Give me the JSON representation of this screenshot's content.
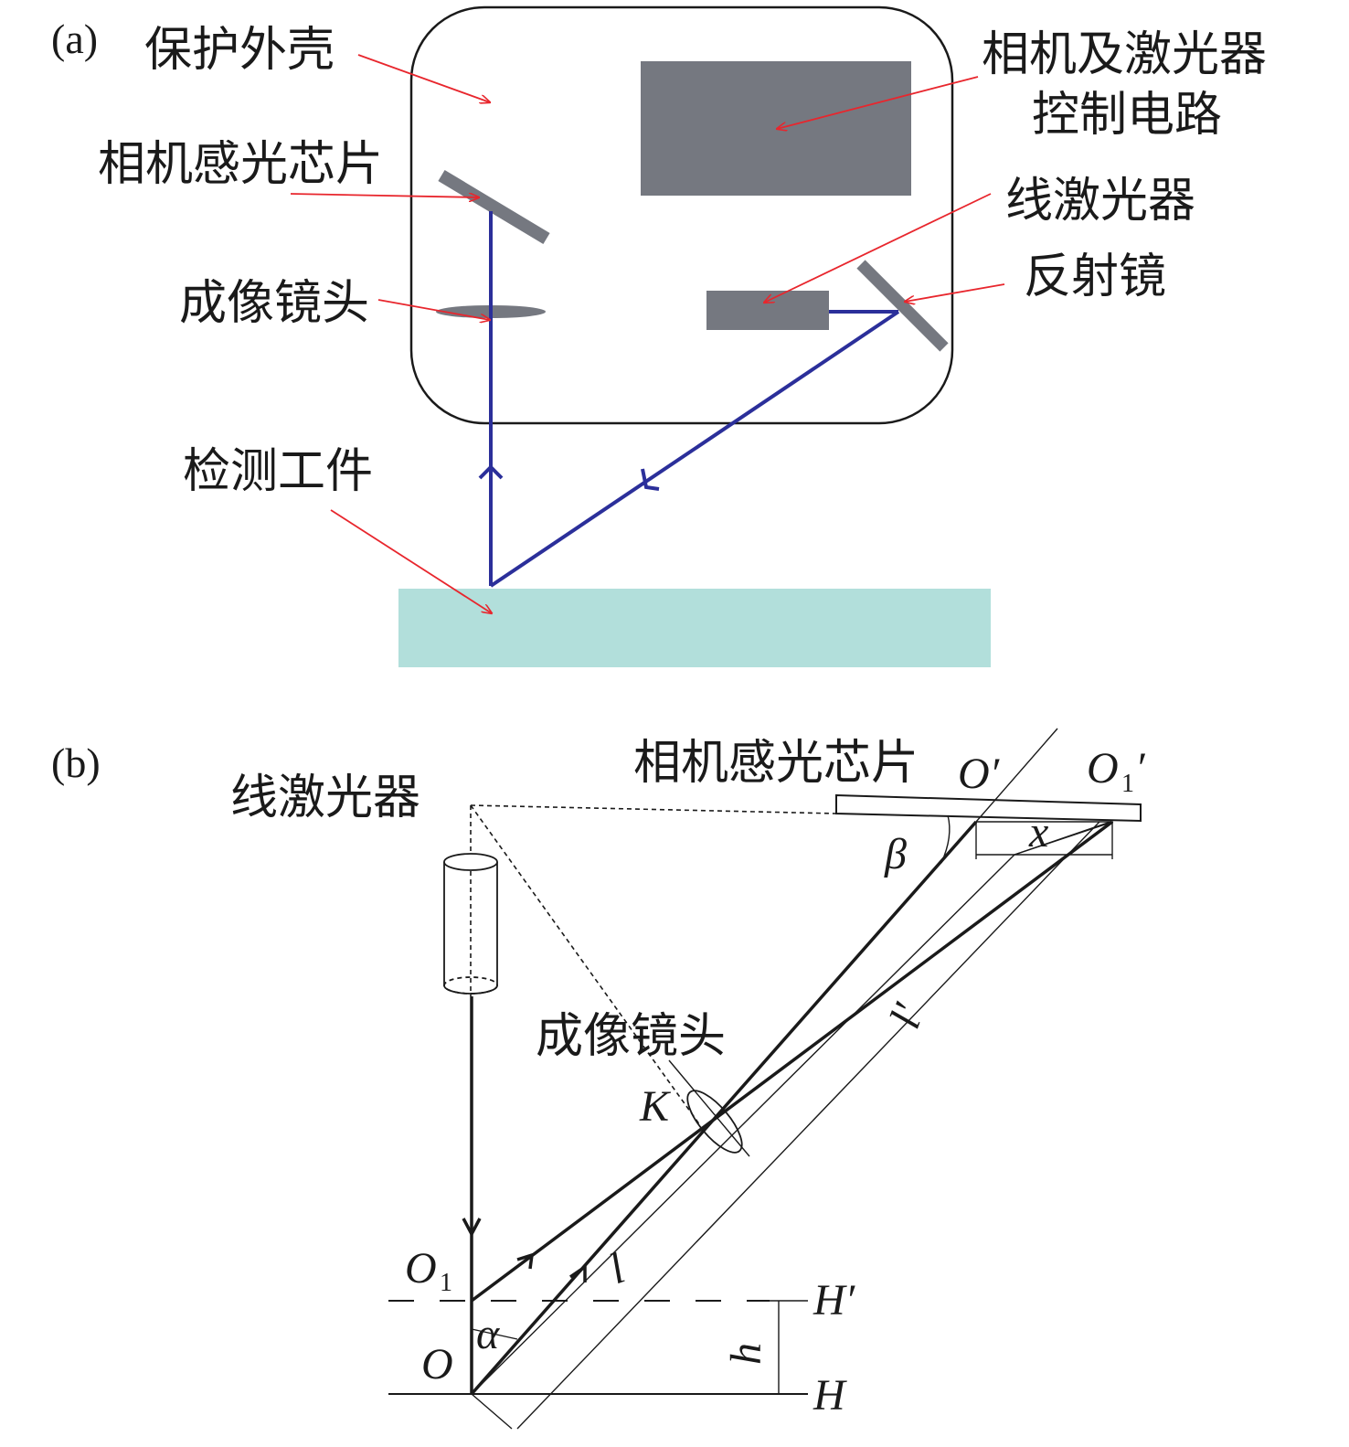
{
  "panel_a": {
    "tag": "(a)",
    "labels": {
      "shell": "保护外壳",
      "control_circuit_line1": "相机及激光器",
      "control_circuit_line2": "控制电路",
      "sensor_chip": "相机感光芯片",
      "line_laser": "线激光器",
      "lens": "成像镜头",
      "mirror": "反射镜",
      "workpiece": "检测工件"
    },
    "colors": {
      "beam": "#2b2f9a",
      "arrow": "#e8262d",
      "component": "#757880",
      "workpiece": "#b2dfdb",
      "outline": "#1a1a1a"
    }
  },
  "panel_b": {
    "tag": "(b)",
    "labels": {
      "line_laser": "线激光器",
      "sensor_chip": "相机感光芯片",
      "lens": "成像镜头"
    },
    "symbols": {
      "O_prime": "O′",
      "O1_prime_base": "O",
      "O1_prime_sub": "1",
      "O1_prime_mark": "′",
      "beta": "β",
      "x": "x",
      "l_prime": "l′",
      "K": "K",
      "l": "l",
      "O1_base": "O",
      "O1_sub": "1",
      "alpha": "α",
      "O": "O",
      "h": "h",
      "H_prime": "H′",
      "H": "H"
    }
  }
}
